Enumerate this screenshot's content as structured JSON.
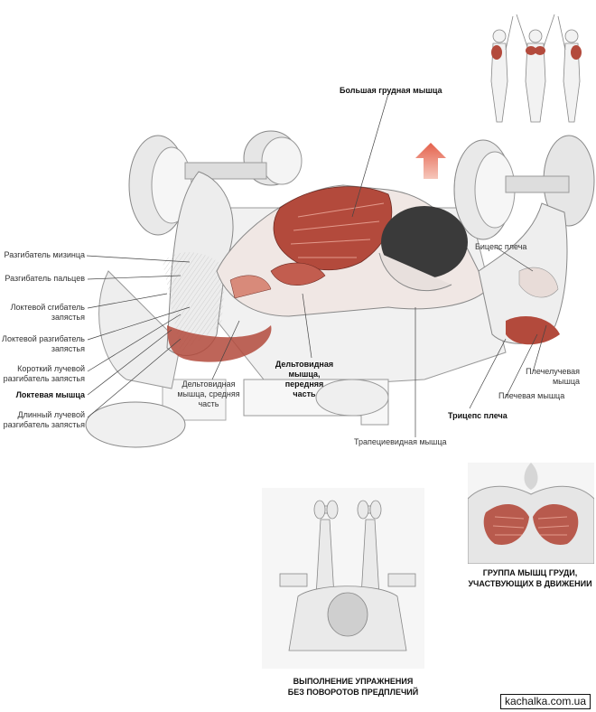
{
  "labels": {
    "pectoralis_major": "Большая грудная мышца",
    "ext_digiti_minimi": "Разгибатель мизинца",
    "ext_digitorum": "Разгибатель пальцев",
    "flex_carpi_ulnaris": "Локтевой сгибатель запястья",
    "ext_carpi_ulnaris": "Локтевой разгибатель запястья",
    "ext_carpi_rad_brevis": "Короткий лучевой разгибатель запястья",
    "anconeus": "Локтевая мышца",
    "ext_carpi_rad_longus": "Длинный лучевой разгибатель запястья",
    "deltoid_middle": "Дельтовидная мышца, средняя часть",
    "deltoid_anterior": "Дельтовидная мышца, передняя часть",
    "biceps": "Бицепс плеча",
    "brachioradialis": "Плечелучевая мышца",
    "brachialis": "Плечевая мышца",
    "triceps": "Трицепс плеча",
    "trapezius": "Трапециевидная мышца"
  },
  "captions": {
    "chest_group": "ГРУППА МЫШЦ ГРУДИ, УЧАСТВУЮЩИХ В ДВИЖЕНИИ",
    "execution": "ВЫПОЛНЕНИЕ УПРАЖНЕНИЯ БЕЗ ПОВОРОТОВ ПРЕДПЛЕЧИЙ"
  },
  "watermark": "kachalka.com.ua",
  "colors": {
    "muscle": "#b34a3c",
    "muscle_light": "#d88a7a",
    "arrow": "#e8897a",
    "line": "#444444"
  }
}
